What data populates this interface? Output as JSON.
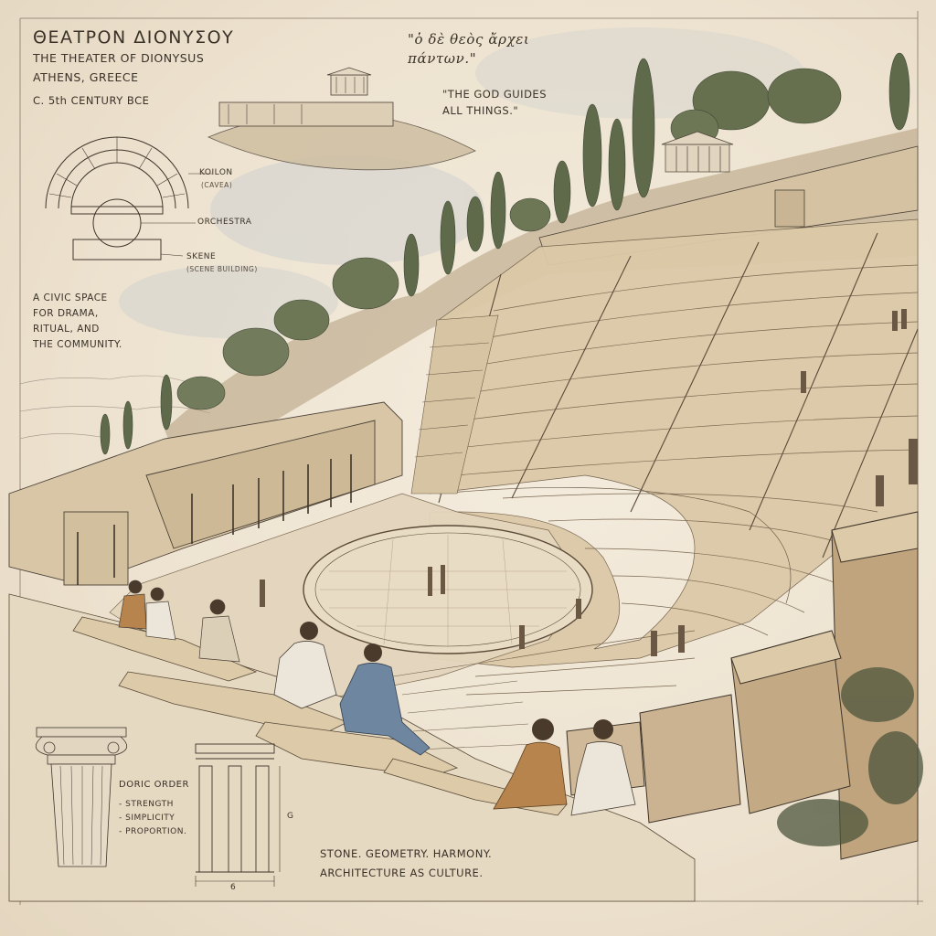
{
  "header": {
    "title_greek": "ΘΕΑΤΡΟΝ ΔΙΟΝΥΣΟΥ",
    "title_english": "THE THEATER OF DIONYSUS",
    "location": "ATHENS, GREECE",
    "date": "C. 5th CENTURY BCE"
  },
  "quote": {
    "greek": "\"ὁ δὲ θεὸς ἄρχει\nπάντων.\"",
    "english": "\"THE GOD GUIDES\nALL THINGS.\""
  },
  "plan_labels": {
    "koilon": "KOILON",
    "koilon_sub": "(CAVEA)",
    "orchestra": "ORCHESTRA",
    "skene": "SKENE",
    "skene_sub": "(SCENE BUILDING)"
  },
  "note": "A CIVIC SPACE\nFOR DRAMA,\nRITUAL, AND\nTHE COMMUNITY.",
  "doric": {
    "title": "DORIC ORDER",
    "items": "- STRENGTH\n- SIMPLICITY\n- PROPORTION."
  },
  "dimensions": {
    "width": "6",
    "height": "G"
  },
  "motto": {
    "line1": "STONE. GEOMETRY. HARMONY.",
    "line2": "ARCHITECTURE AS CULTURE."
  },
  "colors": {
    "paper": "#efe6d6",
    "ink": "#3a3128",
    "stone": "#d9c7a8",
    "stone_shade": "#b59a76",
    "foliage": "#5e6a4a",
    "robe_blue": "#6f86a0",
    "robe_ochre": "#b8844e",
    "robe_white": "#ece6da"
  }
}
